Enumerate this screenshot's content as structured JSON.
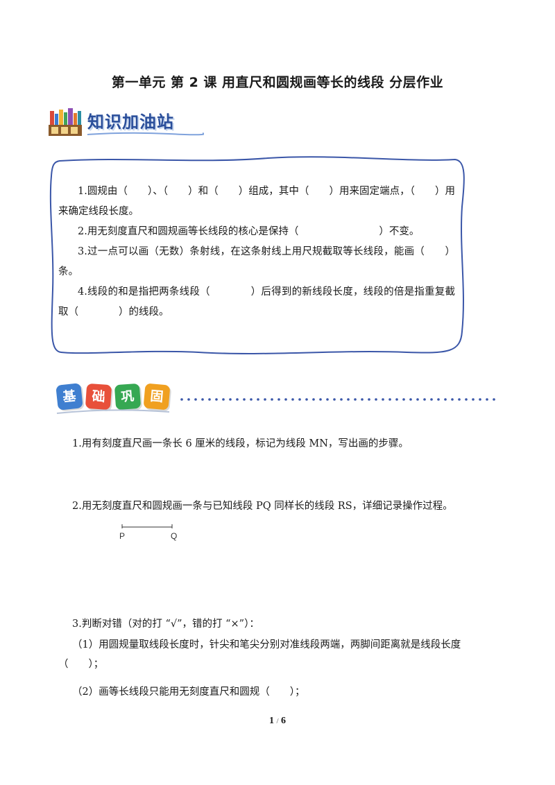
{
  "title": "第一单元 第 2 课  用直尺和圆规画等长的线段  分层作业",
  "section1": {
    "heading": "知识加油站"
  },
  "knowledge": {
    "items": [
      "1.圆规由（　　）、（　　）和（　　）组成，其中（　　）用来固定端点，（　　）用来确定线段长度。",
      "2.用无刻度直尺和圆规画等长线段的核心是保持（　　　　　　　　）不变。",
      "3.过一点可以画（无数）条射线，在这条射线上用尺规截取等长线段，能画（　　）条。",
      "4.线段的和是指把两条线段（　　　　）后得到的新线段长度，线段的倍是指重复截取（　　　　）的线段。"
    ]
  },
  "section2": {
    "tags": [
      "基",
      "础",
      "巩",
      "固"
    ]
  },
  "questions": {
    "q1": "1.用有刻度直尺画一条长 6 厘米的线段，标记为线段 MN，写出画的步骤。",
    "q2": "2.用无刻度直尺和圆规画一条与已知线段 PQ 同样长的线段 RS，详细记录操作过程。",
    "pq": {
      "p": "P",
      "q": "Q"
    },
    "q3": "3.判断对错（对的打 “√”，错的打 “×”）：",
    "q3_1": "（1）用圆规量取线段长度时，针尖和笔尖分别对准线段两端，两脚间距离就是线段长度（　　）；",
    "q3_2": "（2）画等长线段只能用无刻度直尺和圆规（　　）；"
  },
  "footer": {
    "page": "1",
    "sep": "/",
    "total": "6"
  },
  "colors": {
    "accent_blue": "#2a4e9a",
    "box_border": "#3a56a8",
    "tag1": "#3f7fd0",
    "tag2": "#e8503a",
    "tag3": "#36a852",
    "tag4": "#f0a020"
  }
}
